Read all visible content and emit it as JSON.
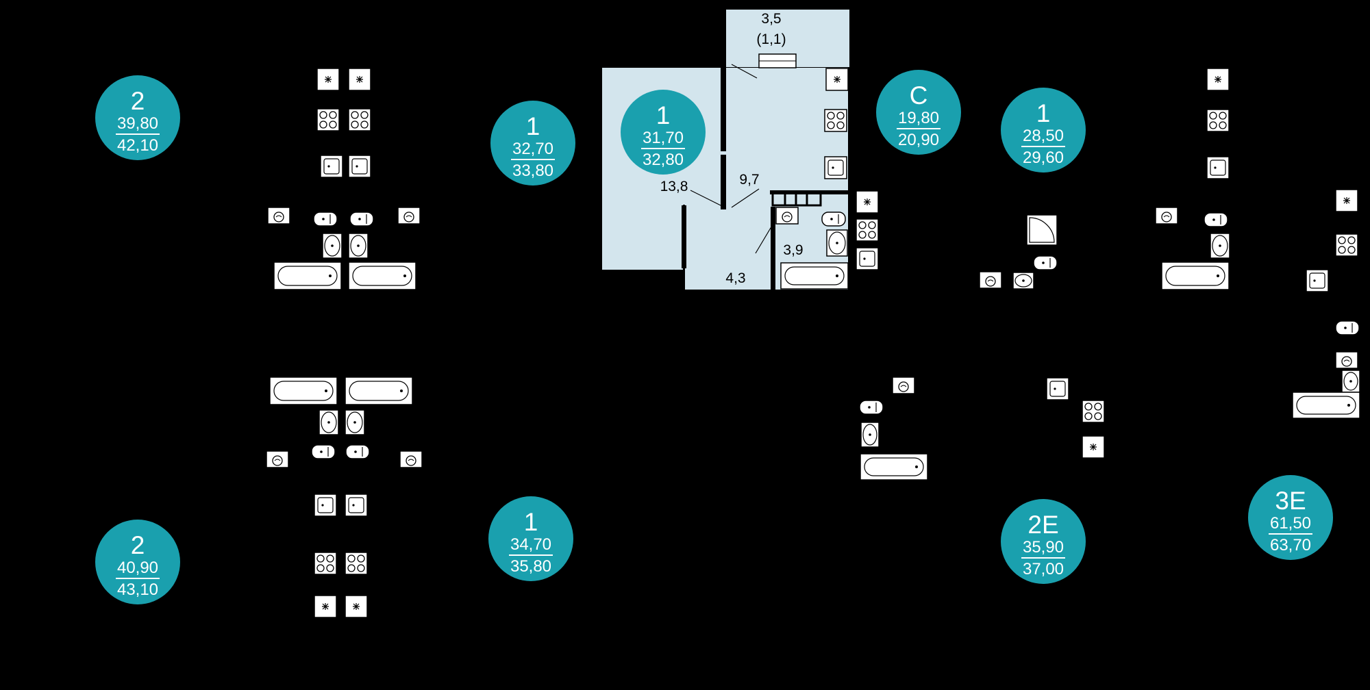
{
  "colors": {
    "background": "#000000",
    "badge": "#1aa0ae",
    "badge_text": "#ffffff",
    "room_fill": "#d3e5ed",
    "fixture_fill": "#ffffff",
    "fixture_stroke": "#000000"
  },
  "apartments": [
    {
      "type": "2",
      "area_living": "39,80",
      "area_total": "42,10"
    },
    {
      "type": "1",
      "area_living": "32,70",
      "area_total": "33,80"
    },
    {
      "type": "1",
      "area_living": "31,70",
      "area_total": "32,80"
    },
    {
      "type": "С",
      "area_living": "19,80",
      "area_total": "20,90"
    },
    {
      "type": "1",
      "area_living": "28,50",
      "area_total": "29,60"
    },
    {
      "type": "2",
      "area_living": "40,90",
      "area_total": "43,10"
    },
    {
      "type": "1",
      "area_living": "34,70",
      "area_total": "35,80"
    },
    {
      "type": "2Е",
      "area_living": "35,90",
      "area_total": "37,00"
    },
    {
      "type": "3Е",
      "area_living": "61,50",
      "area_total": "63,70"
    }
  ],
  "highlighted_rooms": {
    "balcony_area": "3,5",
    "balcony_area_reduced": "(1,1)",
    "room_area": "13,8",
    "kitchen_area": "9,7",
    "bathroom_area": "3,9",
    "hall_area": "4,3"
  },
  "icons": [
    "stove-icon",
    "sink-icon",
    "washing-machine-icon",
    "washbasin-icon",
    "toilet-icon",
    "bathtub-icon",
    "shower-icon",
    "vent-icon"
  ]
}
